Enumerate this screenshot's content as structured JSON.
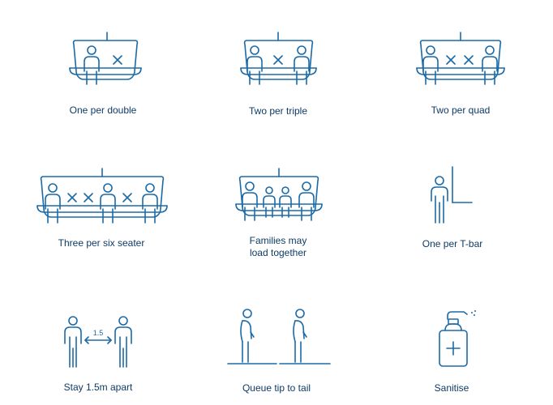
{
  "colors": {
    "stroke": "#1b6aa8",
    "text": "#0e3a66",
    "background": "#ffffff"
  },
  "items": [
    {
      "icon": "chairlift-double-icon",
      "label": "One per double"
    },
    {
      "icon": "chairlift-triple-icon",
      "label": "Two per triple"
    },
    {
      "icon": "chairlift-quad-icon",
      "label": "Two per quad"
    },
    {
      "icon": "chairlift-six-seater-icon",
      "label": "Three per six seater"
    },
    {
      "icon": "chairlift-family-icon",
      "label": "Families may\nload together"
    },
    {
      "icon": "t-bar-icon",
      "label": "One per T-bar"
    },
    {
      "icon": "distance-icon",
      "label": "Stay 1.5m apart",
      "distance_label": "1.5"
    },
    {
      "icon": "queue-icon",
      "label": "Queue tip to tail"
    },
    {
      "icon": "sanitiser-icon",
      "label": "Sanitise"
    }
  ]
}
